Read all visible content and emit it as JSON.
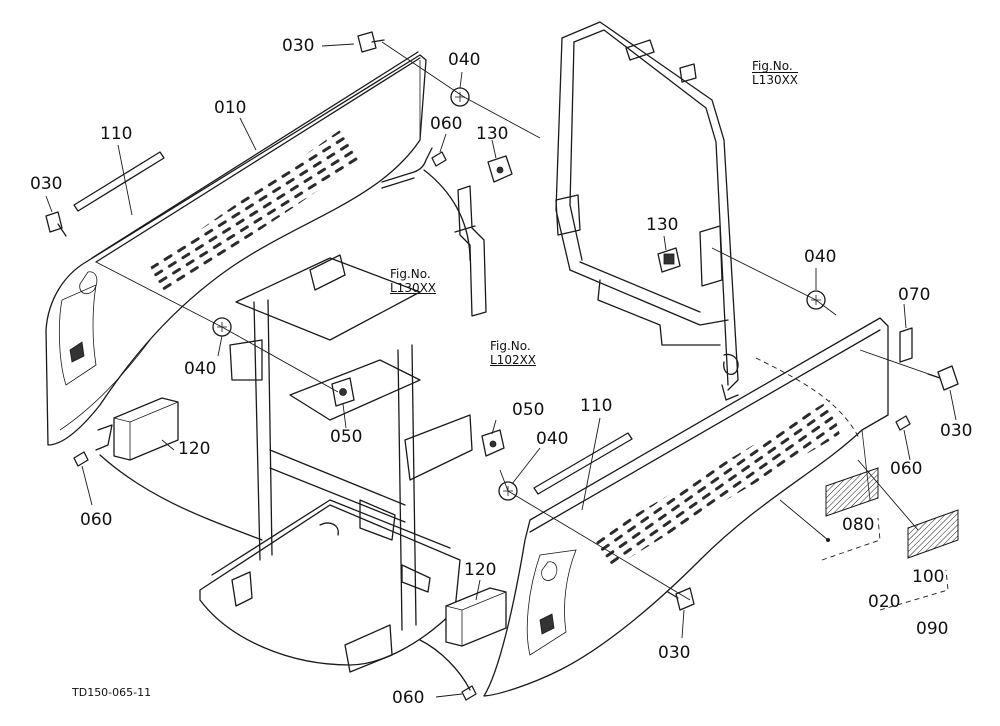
{
  "diagram": {
    "part_labels": {
      "p030_top": "030",
      "p010": "010",
      "p110_left": "110",
      "p030_left": "030",
      "p040_top": "040",
      "p060_top": "060",
      "p130_top": "130",
      "p040_left": "040",
      "p050_left": "050",
      "p120_left": "120",
      "p060_left": "060",
      "p130_right": "130",
      "p040_right": "040",
      "p070": "070",
      "p030_right": "030",
      "p050_mid": "050",
      "p040_mid": "040",
      "p110_mid": "110",
      "p060_right": "060",
      "p080": "080",
      "p100": "100",
      "p020": "020",
      "p090": "090",
      "p120_bottom": "120",
      "p030_bottom": "030",
      "p060_bottom": "060"
    },
    "figure_refs": [
      {
        "line1": "Fig.No.",
        "line2": "L130XX"
      },
      {
        "line1": "Fig.No.",
        "line2": "L130XX"
      },
      {
        "line1": "Fig.No.",
        "line2": "L102XX"
      }
    ],
    "drawing_code": "TD150-065-11"
  }
}
